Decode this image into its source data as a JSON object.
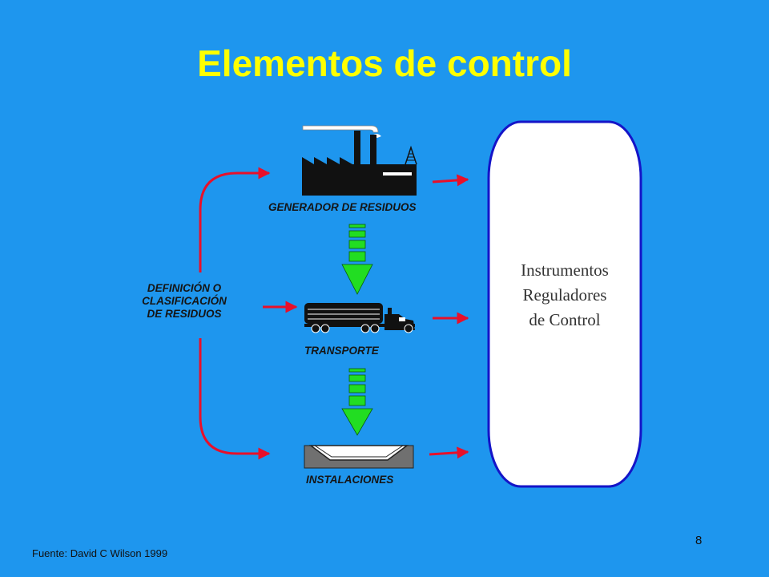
{
  "slide": {
    "title": "Elementos de control",
    "page_number": "8",
    "source": "Fuente: David C Wilson 1999"
  },
  "diagram": {
    "stages": [
      {
        "label": "GENERADOR DE RESIDUOS",
        "icon": "factory-icon"
      },
      {
        "label": "TRANSPORTE",
        "icon": "truck-icon"
      },
      {
        "label": "INSTALACIONES",
        "icon": "landfill-icon"
      }
    ],
    "definition_lines": [
      "DEFINICIÓN O",
      "CLASIFICACIÓN",
      "DE RESIDUOS"
    ],
    "instruments_lines": [
      "Instrumentos",
      "Reguladores",
      "de Control"
    ]
  },
  "colors": {
    "background": "#1e96ee",
    "title": "#ffff00",
    "arrow_red": "#e8102a",
    "flow_green": "#22dd22",
    "box_border": "#1414c8",
    "box_fill": "#ffffff"
  }
}
